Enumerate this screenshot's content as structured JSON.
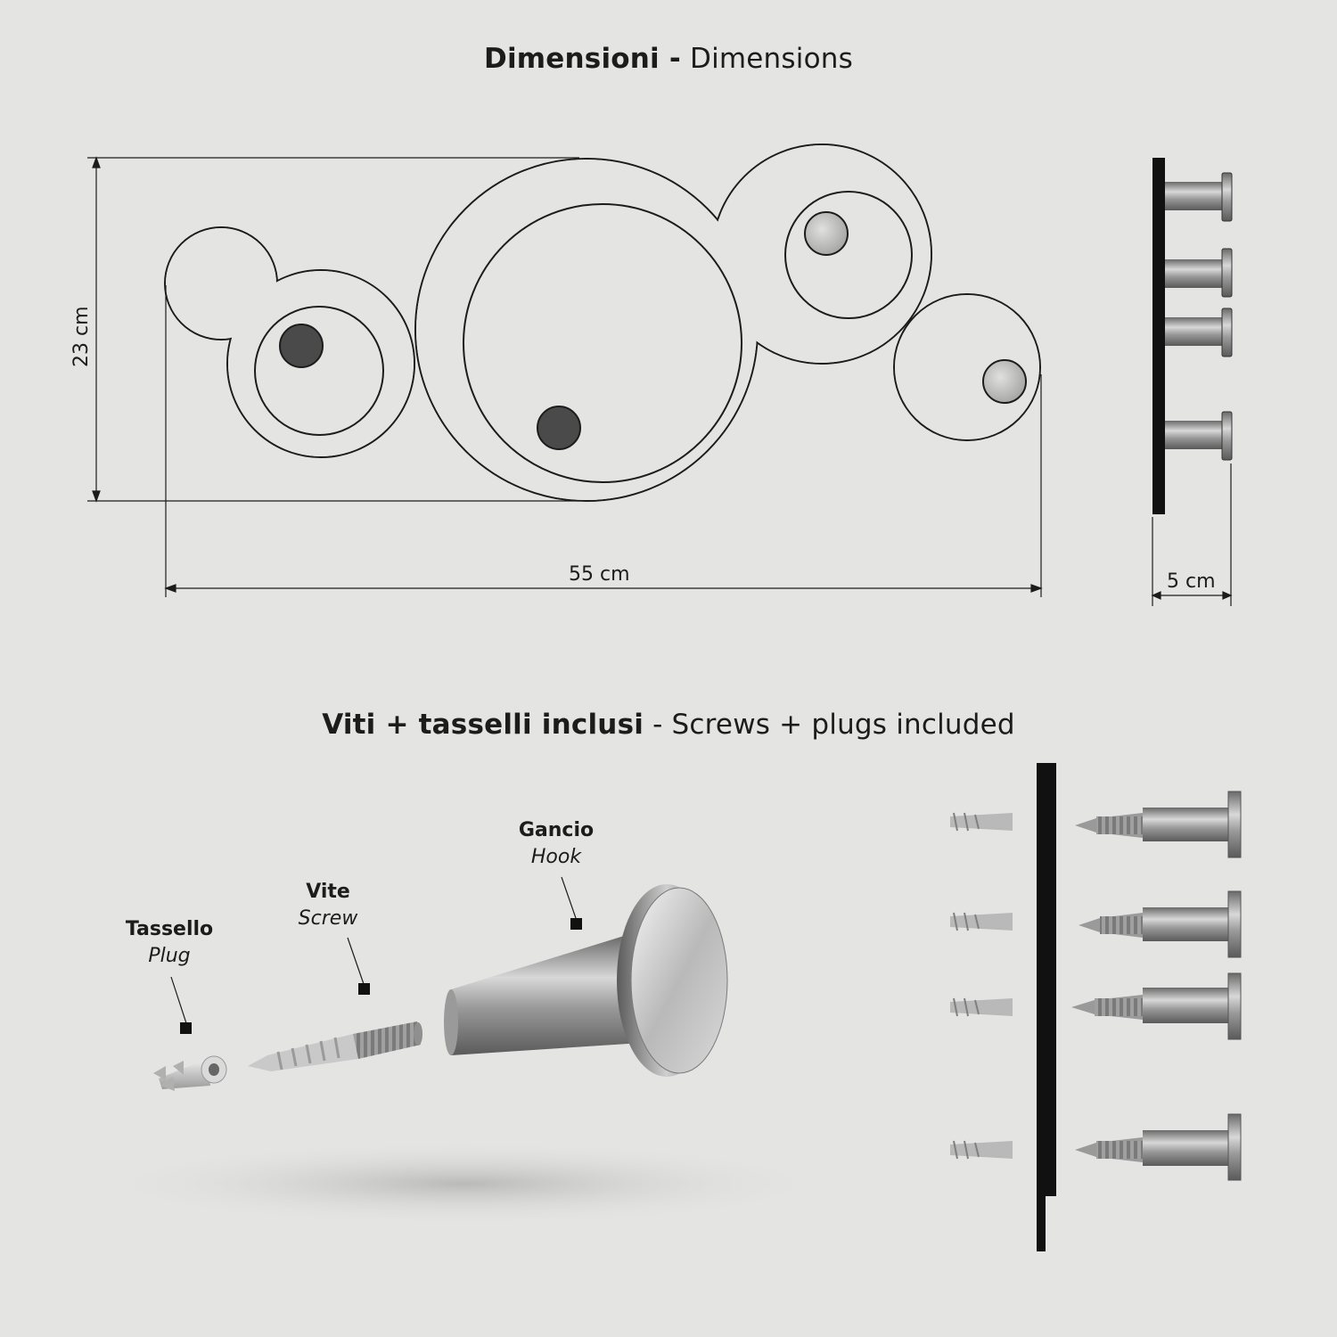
{
  "dimensions_title": {
    "bold": "Dimensioni -",
    "light": "Dimensions"
  },
  "includes_title": {
    "bold": "Viti + tasselli inclusi",
    "light": "- Screws + plugs included"
  },
  "measurements": {
    "height": "23 cm",
    "width": "55 cm",
    "depth": "5 cm"
  },
  "parts": {
    "plug": {
      "name": "Tassello",
      "translation": "Plug"
    },
    "screw": {
      "name": "Vite",
      "translation": "Screw"
    },
    "hook": {
      "name": "Gancio",
      "translation": "Hook"
    }
  },
  "colors": {
    "background": "#e4e4e2",
    "outline": "#1c1c1c",
    "dark_peg": "#4a4a4a",
    "light_peg": "#c8c8c6",
    "metal": "#8a8a8a"
  }
}
